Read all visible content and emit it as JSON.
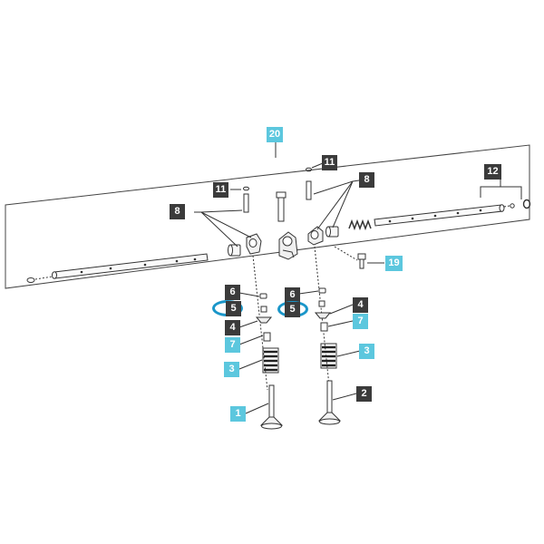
{
  "colors": {
    "dark_label": "#3b3b3b",
    "cyan_label": "#5cc7de",
    "highlight_ring": "#1a96c9",
    "line": "#333333"
  },
  "callouts": {
    "n20": "20",
    "n11a": "11",
    "n11b": "11",
    "n8a": "8",
    "n8b": "8",
    "n12": "12",
    "n19": "19",
    "n6a": "6",
    "n6b": "6",
    "n5a": "5",
    "n5b": "5",
    "n4a": "4",
    "n4b": "4",
    "n7a": "7",
    "n7b": "7",
    "n3a": "3",
    "n3b": "3",
    "n1": "1",
    "n2": "2"
  }
}
